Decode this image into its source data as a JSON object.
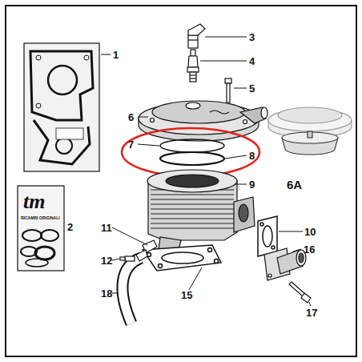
{
  "diagram": {
    "labels": [
      "1",
      "2",
      "3",
      "4",
      "5",
      "6",
      "6A",
      "7",
      "8",
      "9",
      "10",
      "11",
      "12",
      "15",
      "16",
      "17",
      "18",
      "tm",
      "RICAMBI ORIGINALI"
    ]
  }
}
